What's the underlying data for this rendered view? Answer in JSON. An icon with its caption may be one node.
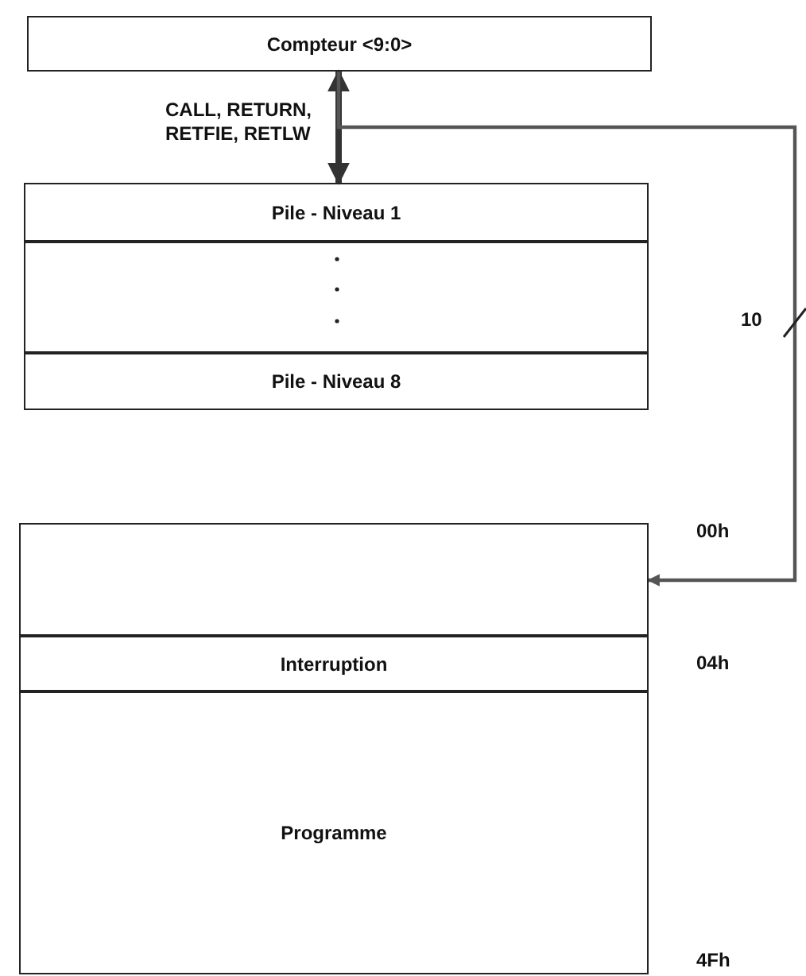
{
  "diagram": {
    "nodes": [
      {
        "text": [
          "Compteur <9:0>"
        ]
      },
      {
        "text": [
          "Pile - Niveau 1"
        ]
      },
      {
        "text": [],
        "shape": "box"
      },
      {
        "text": [
          "Pile - Niveau 8"
        ]
      },
      {
        "text": [],
        "shape": "box",
        "beside": [
          "00h"
        ]
      },
      {
        "text": [
          "Interruption"
        ],
        "beside": [
          "04h"
        ]
      },
      {
        "text": [
          "Programme"
        ],
        "beside": [
          "4Fh"
        ]
      }
    ],
    "edges": [
      {
        "from": 0,
        "to": 1,
        "arrow": "both",
        "style": "thick",
        "label": "CALL, RETURN, RETFIE, RETLW"
      },
      {
        "from": 0,
        "to": 4,
        "arrow": "to",
        "label": "10"
      }
    ]
  }
}
